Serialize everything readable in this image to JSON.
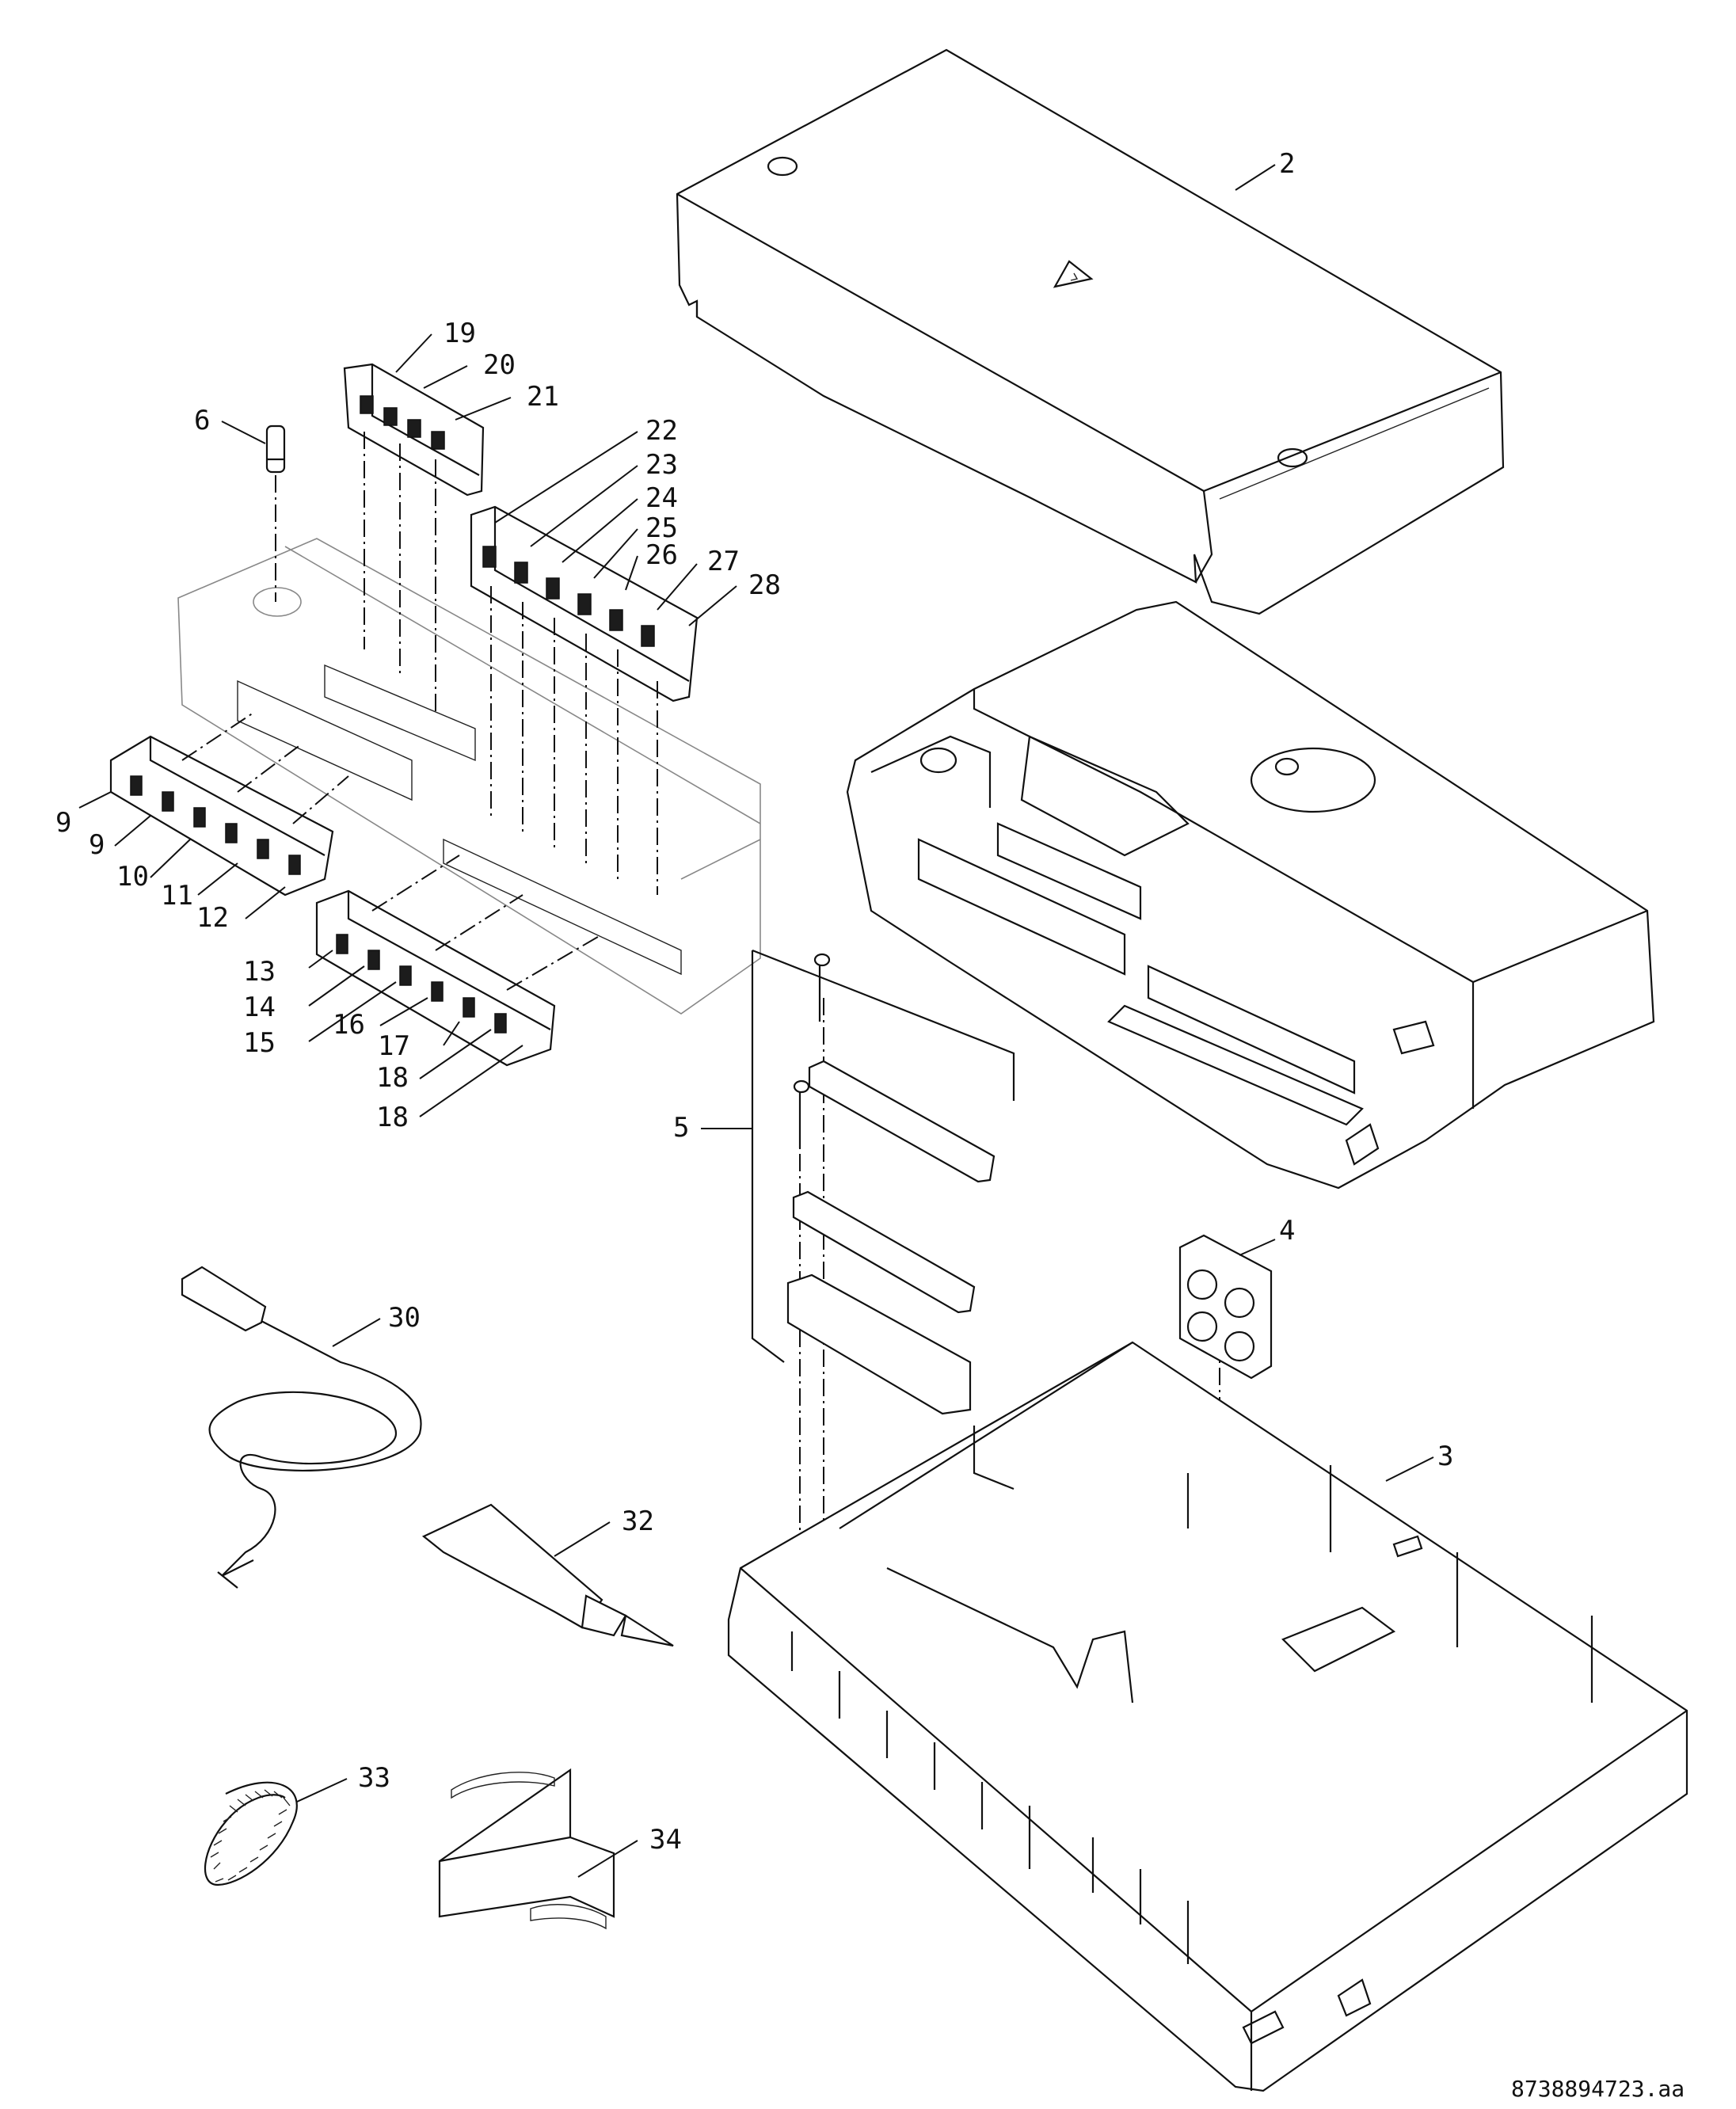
{
  "diagram": {
    "callouts": [
      {
        "id": "c2",
        "text": "2"
      },
      {
        "id": "c3",
        "text": "3"
      },
      {
        "id": "c4",
        "text": "4"
      },
      {
        "id": "c5",
        "text": "5"
      },
      {
        "id": "c6",
        "text": "6"
      },
      {
        "id": "c9a",
        "text": "9"
      },
      {
        "id": "c9b",
        "text": "9"
      },
      {
        "id": "c10",
        "text": "10"
      },
      {
        "id": "c11",
        "text": "11"
      },
      {
        "id": "c12",
        "text": "12"
      },
      {
        "id": "c13",
        "text": "13"
      },
      {
        "id": "c14",
        "text": "14"
      },
      {
        "id": "c15",
        "text": "15"
      },
      {
        "id": "c16",
        "text": "16"
      },
      {
        "id": "c17",
        "text": "17"
      },
      {
        "id": "c18a",
        "text": "18"
      },
      {
        "id": "c18b",
        "text": "18"
      },
      {
        "id": "c19",
        "text": "19"
      },
      {
        "id": "c20",
        "text": "20"
      },
      {
        "id": "c21",
        "text": "21"
      },
      {
        "id": "c22",
        "text": "22"
      },
      {
        "id": "c23",
        "text": "23"
      },
      {
        "id": "c24",
        "text": "24"
      },
      {
        "id": "c25",
        "text": "25"
      },
      {
        "id": "c26",
        "text": "26"
      },
      {
        "id": "c27",
        "text": "27"
      },
      {
        "id": "c28",
        "text": "28"
      },
      {
        "id": "c30",
        "text": "30"
      },
      {
        "id": "c32",
        "text": "32"
      },
      {
        "id": "c33",
        "text": "33"
      },
      {
        "id": "c34",
        "text": "34"
      }
    ],
    "document_id": "8738894723.aa"
  }
}
